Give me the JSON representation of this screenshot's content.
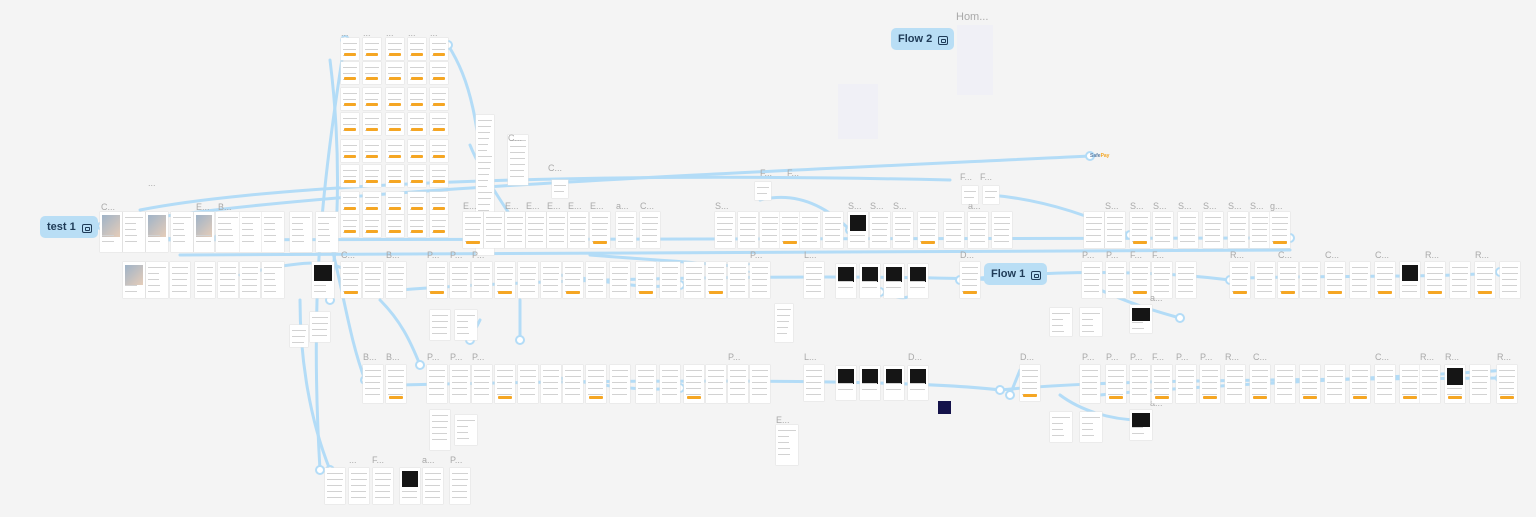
{
  "flows": [
    {
      "label": "test 1",
      "icon": "play-square-icon"
    },
    {
      "label": "Flow 2",
      "icon": "play-square-icon"
    },
    {
      "label": "Flow 1",
      "icon": "play-square-icon"
    }
  ],
  "frame_labels": {
    "home": "Hom...",
    "brand_small": "Safe",
    "brand_small_accent": "Pay",
    "c": "C...",
    "e": "E...",
    "f": "F...",
    "s": "S...",
    "p": "P...",
    "l": "L...",
    "d": "D...",
    "r": "R...",
    "b": "B...",
    "a": "a...",
    "g": "g...",
    "dots": "..."
  },
  "colors": {
    "canvas": "#f4f4f4",
    "connector": "#b3dcf7",
    "flow_pill": "#b9def5",
    "accent": "#f5a623"
  }
}
